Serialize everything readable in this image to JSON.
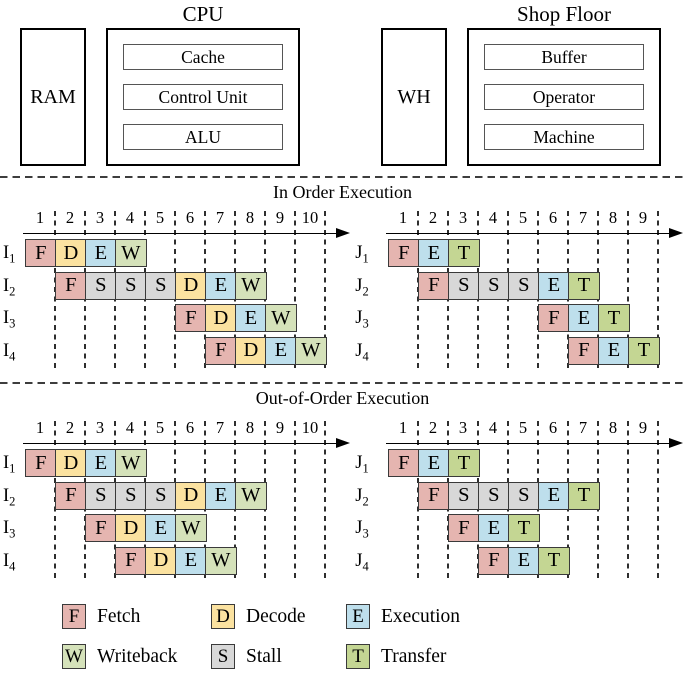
{
  "colors": {
    "F": "#e5b5b0",
    "D": "#fbe2a0",
    "E": "#bedfec",
    "W": "#d5e2ba",
    "S": "#d8d8d8",
    "T": "#c4d693",
    "cell_border": "#3a3a3a"
  },
  "architecture": {
    "cpu": {
      "title": "CPU",
      "memory": "RAM",
      "components": [
        "Cache",
        "Control Unit",
        "ALU"
      ]
    },
    "shop_floor": {
      "title": "Shop Floor",
      "memory": "WH",
      "components": [
        "Buffer",
        "Operator",
        "Machine"
      ]
    }
  },
  "sections": [
    {
      "title": "In Order Execution",
      "charts": [
        {
          "name": "cpu-pipeline-in-order",
          "ticks": [
            1,
            2,
            3,
            4,
            5,
            6,
            7,
            8,
            9,
            10
          ],
          "rows": [
            {
              "label": "I",
              "sub": "1",
              "start": 1,
              "cells": [
                "F",
                "D",
                "E",
                "W"
              ]
            },
            {
              "label": "I",
              "sub": "2",
              "start": 2,
              "cells": [
                "F",
                "S",
                "S",
                "S",
                "D",
                "E",
                "W"
              ]
            },
            {
              "label": "I",
              "sub": "3",
              "start": 6,
              "cells": [
                "F",
                "D",
                "E",
                "W"
              ]
            },
            {
              "label": "I",
              "sub": "4",
              "start": 7,
              "cells": [
                "F",
                "D",
                "E",
                "W"
              ]
            }
          ]
        },
        {
          "name": "shop-floor-jobs-in-order",
          "ticks": [
            1,
            2,
            3,
            4,
            5,
            6,
            7,
            8,
            9
          ],
          "rows": [
            {
              "label": "J",
              "sub": "1",
              "start": 1,
              "cells": [
                "F",
                "E",
                "T"
              ]
            },
            {
              "label": "J",
              "sub": "2",
              "start": 2,
              "cells": [
                "F",
                "S",
                "S",
                "S",
                "E",
                "T"
              ]
            },
            {
              "label": "J",
              "sub": "3",
              "start": 6,
              "cells": [
                "F",
                "E",
                "T"
              ]
            },
            {
              "label": "J",
              "sub": "4",
              "start": 7,
              "cells": [
                "F",
                "E",
                "T"
              ]
            }
          ]
        }
      ]
    },
    {
      "title": "Out-of-Order Execution",
      "charts": [
        {
          "name": "cpu-pipeline-out-of-order",
          "ticks": [
            1,
            2,
            3,
            4,
            5,
            6,
            7,
            8,
            9,
            10
          ],
          "rows": [
            {
              "label": "I",
              "sub": "1",
              "start": 1,
              "cells": [
                "F",
                "D",
                "E",
                "W"
              ]
            },
            {
              "label": "I",
              "sub": "2",
              "start": 2,
              "cells": [
                "F",
                "S",
                "S",
                "S",
                "D",
                "E",
                "W"
              ]
            },
            {
              "label": "I",
              "sub": "3",
              "start": 3,
              "cells": [
                "F",
                "D",
                "E",
                "W"
              ]
            },
            {
              "label": "I",
              "sub": "4",
              "start": 4,
              "cells": [
                "F",
                "D",
                "E",
                "W"
              ]
            }
          ]
        },
        {
          "name": "shop-floor-jobs-out-of-order",
          "ticks": [
            1,
            2,
            3,
            4,
            5,
            6,
            7,
            8,
            9
          ],
          "rows": [
            {
              "label": "J",
              "sub": "1",
              "start": 1,
              "cells": [
                "F",
                "E",
                "T"
              ]
            },
            {
              "label": "J",
              "sub": "2",
              "start": 2,
              "cells": [
                "F",
                "S",
                "S",
                "S",
                "E",
                "T"
              ]
            },
            {
              "label": "J",
              "sub": "3",
              "start": 3,
              "cells": [
                "F",
                "E",
                "T"
              ]
            },
            {
              "label": "J",
              "sub": "4",
              "start": 4,
              "cells": [
                "F",
                "E",
                "T"
              ]
            }
          ]
        }
      ]
    }
  ],
  "legend": [
    {
      "key": "F",
      "label": "Fetch"
    },
    {
      "key": "D",
      "label": "Decode"
    },
    {
      "key": "E",
      "label": "Execution"
    },
    {
      "key": "W",
      "label": "Writeback"
    },
    {
      "key": "S",
      "label": "Stall"
    },
    {
      "key": "T",
      "label": "Transfer"
    }
  ]
}
